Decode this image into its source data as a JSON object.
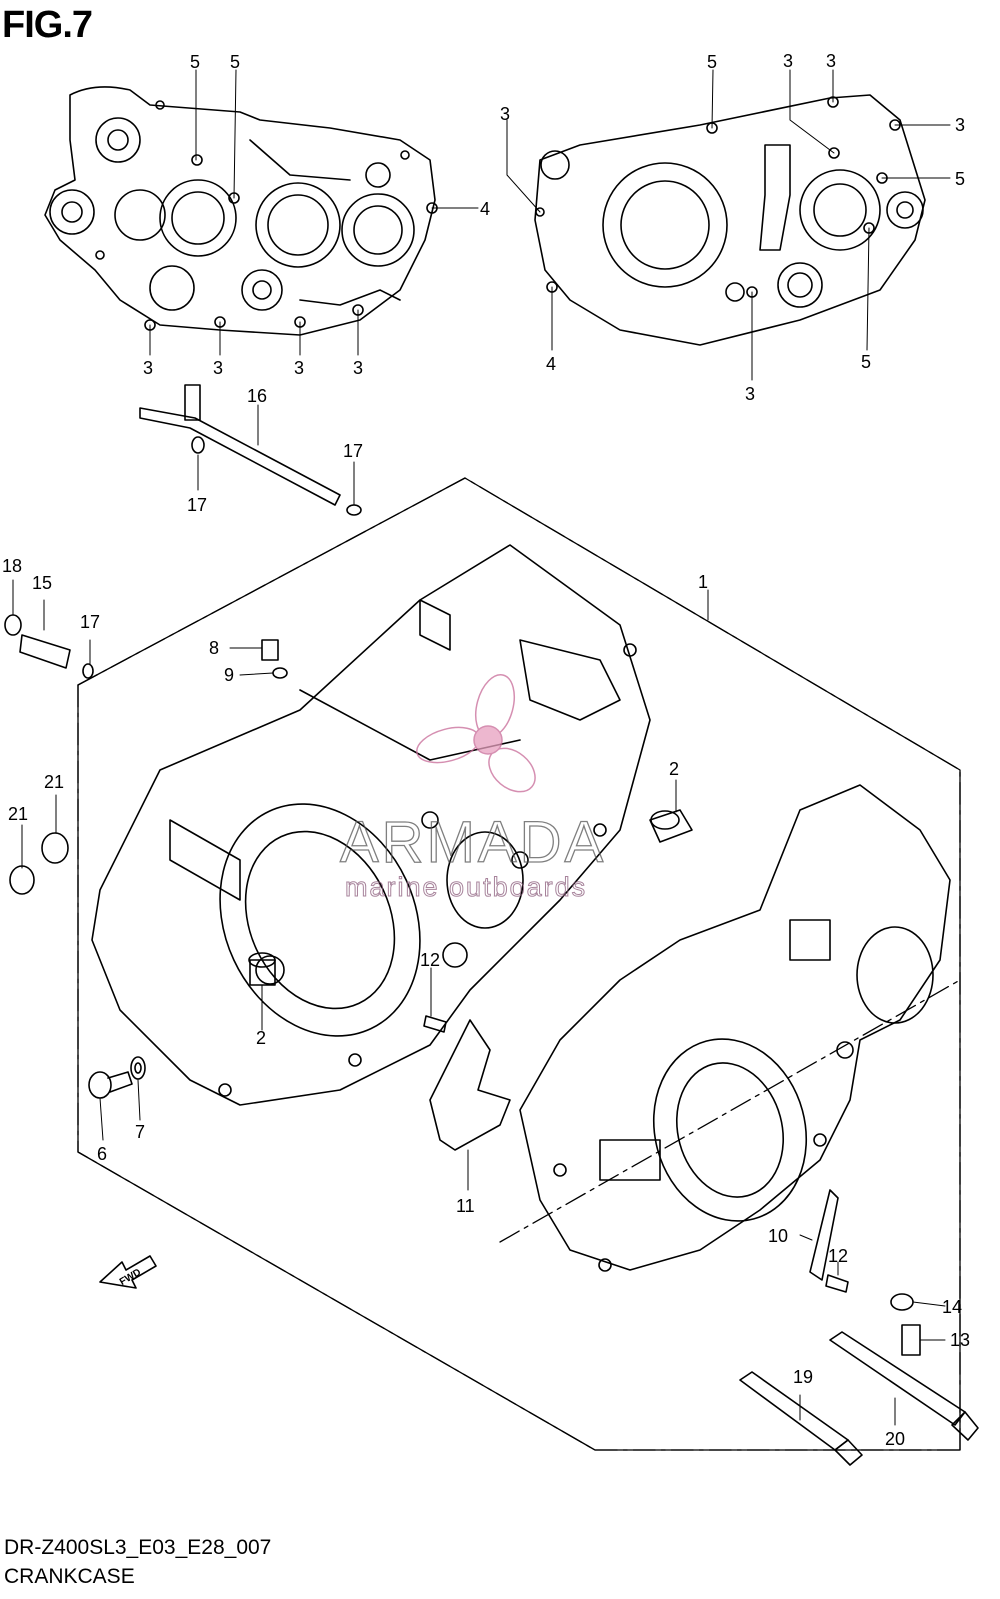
{
  "figure": {
    "title": "FIG.7",
    "code": "DR-Z400SL3_E03_E28_007",
    "caption": "CRANKCASE"
  },
  "watermark": {
    "brand": "ARMADA",
    "tagline": "marine outboards",
    "accent_color": "#e8a0bf"
  },
  "fwd_arrow": {
    "label": "FWD"
  },
  "callouts": {
    "c1": "1",
    "c2a": "2",
    "c2b": "2",
    "c3a": "3",
    "c3b": "3",
    "c3c": "3",
    "c3d": "3",
    "c3e": "3",
    "c3f": "3",
    "c3g": "3",
    "c3h": "3",
    "c3i": "3",
    "c4a": "4",
    "c4b": "4",
    "c5a": "5",
    "c5b": "5",
    "c5c": "5",
    "c5d": "5",
    "c5e": "5",
    "c6": "6",
    "c7": "7",
    "c8": "8",
    "c9": "9",
    "c10": "10",
    "c11": "11",
    "c12a": "12",
    "c12b": "12",
    "c13": "13",
    "c14": "14",
    "c15": "15",
    "c16": "16",
    "c17a": "17",
    "c17b": "17",
    "c17c": "17",
    "c18": "18",
    "c19": "19",
    "c20": "20",
    "c21a": "21",
    "c21b": "21"
  }
}
